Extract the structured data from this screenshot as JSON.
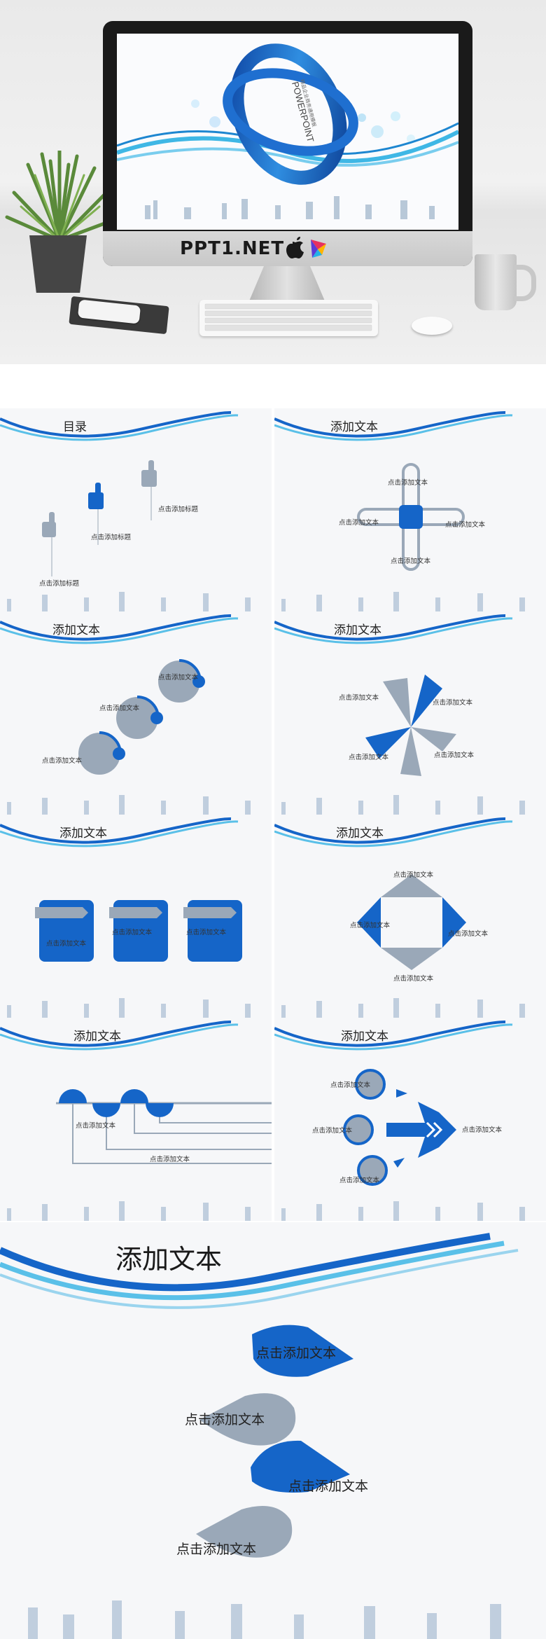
{
  "hero": {
    "brand": "PPT1.NET",
    "screen_text": "POWERPOINT",
    "screen_subtext": "精品企业商务通用模板",
    "icons": [
      "apple-icon",
      "powerpoint-logo-icon"
    ]
  },
  "slides": [
    {
      "title": "目录",
      "labels": [
        "点击添加标题",
        "点击添加标题",
        "点击添加标题"
      ]
    },
    {
      "title": "添加文本",
      "labels": [
        "点击添加文本",
        "点击添加文本",
        "点击添加文本",
        "点击添加文本"
      ]
    },
    {
      "title": "添加文本",
      "labels": [
        "点击添加文本",
        "点击添加文本",
        "点击添加文本"
      ]
    },
    {
      "title": "添加文本",
      "labels": [
        "点击添加文本",
        "点击添加文本",
        "点击添加文本",
        "点击添加文本"
      ]
    },
    {
      "title": "添加文本",
      "labels": [
        "点击添加文本",
        "点击添加文本",
        "点击添加文本"
      ]
    },
    {
      "title": "添加文本",
      "labels": [
        "点击添加文本",
        "点击添加文本",
        "点击添加文本",
        "点击添加文本"
      ]
    },
    {
      "title": "添加文本",
      "labels": [
        "点击添加文本",
        "点击添加文本"
      ]
    },
    {
      "title": "添加文本",
      "labels": [
        "点击添加文本",
        "点击添加文本",
        "点击添加文本",
        "点击添加文本"
      ]
    }
  ],
  "big_slide": {
    "title": "添加文本",
    "labels": [
      "点击添加文本",
      "点击添加文本",
      "点击添加文本",
      "点击添加文本"
    ]
  },
  "colors": {
    "primary": "#1565c8",
    "gray": "#9aa8b8",
    "light": "#f6f7f9"
  }
}
